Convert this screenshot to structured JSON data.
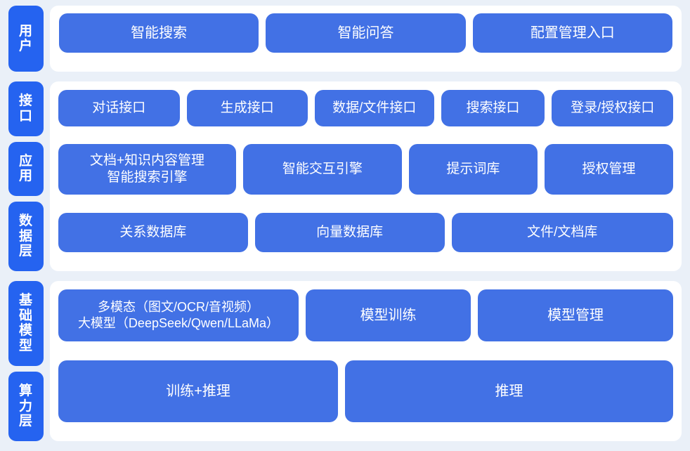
{
  "theme": {
    "page_background": "#eaf0f8",
    "panel_background": "#ffffff",
    "chip_color": "#2563f0",
    "card_color": "#4271e5",
    "text_color": "#ffffff"
  },
  "bands": [
    {
      "id": "user",
      "chips": [
        {
          "label": "用户"
        }
      ],
      "rows": [
        {
          "id": "user-entries",
          "cards": [
            {
              "label": "智能搜索",
              "flex": 1
            },
            {
              "label": "智能问答",
              "flex": 1
            },
            {
              "label": "配置管理入口",
              "flex": 1
            }
          ]
        }
      ]
    },
    {
      "id": "middle",
      "chips": [
        {
          "label": "接口"
        },
        {
          "label": "应用"
        },
        {
          "label": "数据层"
        }
      ],
      "rows": [
        {
          "id": "interface",
          "cards": [
            {
              "label": "对话接口",
              "flex": 1.02
            },
            {
              "label": "生成接口",
              "flex": 1.02
            },
            {
              "label": "数据/文件接口",
              "flex": 1.0
            },
            {
              "label": "搜索接口",
              "flex": 0.86
            },
            {
              "label": "登录/授权接口",
              "flex": 1.02
            }
          ]
        },
        {
          "id": "application",
          "cards": [
            {
              "label": "文档+知识内容管理\n智能搜索引擎",
              "flex": 1.22
            },
            {
              "label": "智能交互引擎",
              "flex": 1.08
            },
            {
              "label": "提示词库",
              "flex": 0.86
            },
            {
              "label": "授权管理",
              "flex": 0.86
            }
          ]
        },
        {
          "id": "data",
          "cards": [
            {
              "label": "关系数据库",
              "flex": 1
            },
            {
              "label": "向量数据库",
              "flex": 1
            },
            {
              "label": "文件/文档库",
              "flex": 1.18
            }
          ]
        }
      ]
    },
    {
      "id": "base",
      "chips": [
        {
          "label": "基础模型"
        },
        {
          "label": "算力层"
        }
      ],
      "rows": [
        {
          "id": "model",
          "cards": [
            {
              "label": "多模态（图文/OCR/音视频）\n大模型（DeepSeek/Qwen/LLaMa）",
              "flex": 1.22,
              "small": true
            },
            {
              "label": "模型训练",
              "flex": 0.82
            },
            {
              "label": "模型管理",
              "flex": 0.98
            }
          ]
        },
        {
          "id": "compute",
          "cards": [
            {
              "label": "训练+推理",
              "flex": 1
            },
            {
              "label": "推理",
              "flex": 1.18
            }
          ]
        }
      ]
    }
  ]
}
